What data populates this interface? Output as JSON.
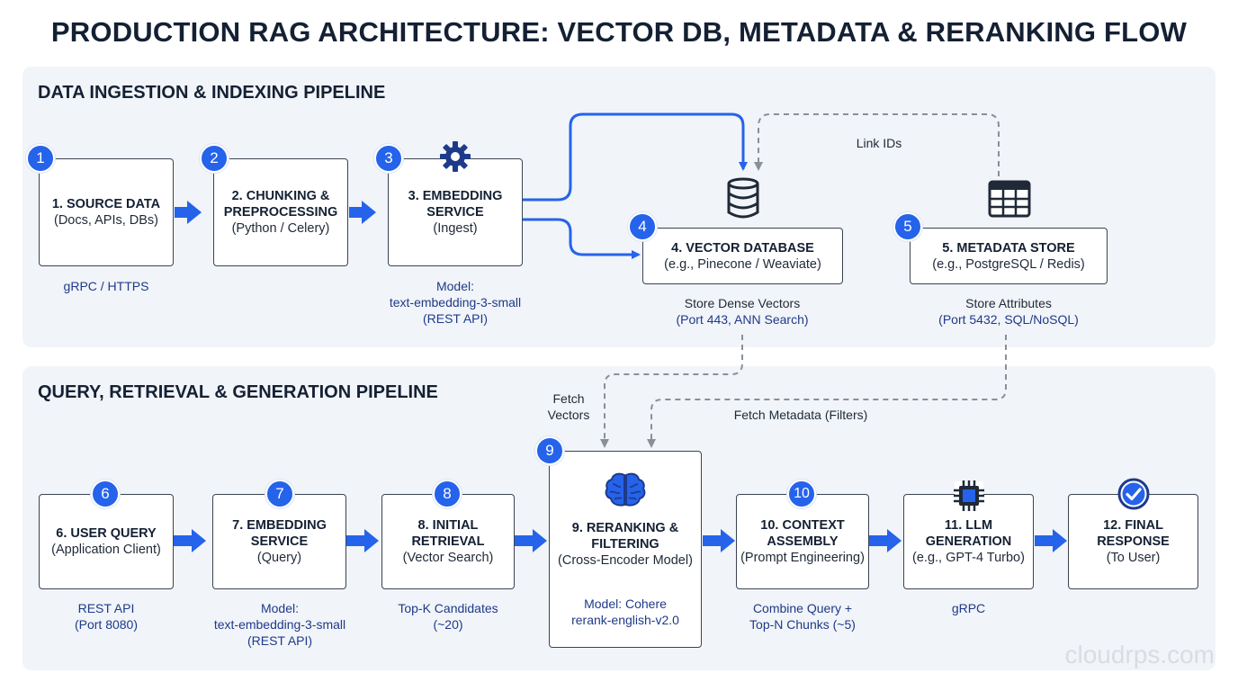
{
  "title": "PRODUCTION RAG ARCHITECTURE: VECTOR DB, METADATA & RERANKING FLOW",
  "ingestion": {
    "heading": "DATA INGESTION & INDEXING PIPELINE",
    "steps": [
      {
        "num": "1",
        "title": "1. SOURCE DATA",
        "sub": "(Docs, APIs, DBs)",
        "note": [
          "gRPC / HTTPS"
        ]
      },
      {
        "num": "2",
        "title_lines": [
          "2. CHUNKING &",
          "PREPROCESSING"
        ],
        "sub": "(Python / Celery)"
      },
      {
        "num": "3",
        "title_lines": [
          "3. EMBEDDING",
          "SERVICE"
        ],
        "sub": "(Ingest)",
        "icon": "gear-icon",
        "note": [
          "Model:",
          "text-embedding-3-small",
          "(REST API)"
        ]
      },
      {
        "num": "4",
        "title": "4. VECTOR DATABASE",
        "sub": "(e.g., Pinecone / Weaviate)",
        "icon": "database-icon",
        "note": [
          "Store Dense Vectors",
          "(Port 443, ANN Search)"
        ]
      },
      {
        "num": "5",
        "title": "5. METADATA STORE",
        "sub": "(e.g., PostgreSQL / Redis)",
        "icon": "table-icon",
        "note": [
          "Store Attributes",
          "(Port 5432, SQL/NoSQL)"
        ]
      }
    ],
    "link_label": "Link IDs"
  },
  "query": {
    "heading": "QUERY, RETRIEVAL & GENERATION PIPELINE",
    "fetch_vectors": [
      "Fetch",
      "Vectors"
    ],
    "fetch_metadata": "Fetch Metadata (Filters)",
    "steps": [
      {
        "num": "6",
        "title_lines": [
          "6. USER QUERY"
        ],
        "sub": "(Application Client)",
        "note": [
          "REST API",
          "(Port 8080)"
        ]
      },
      {
        "num": "7",
        "title_lines": [
          "7. EMBEDDING",
          "SERVICE"
        ],
        "sub": "(Query)",
        "note": [
          "Model:",
          "text-embedding-3-small",
          "(REST API)"
        ]
      },
      {
        "num": "8",
        "title_lines": [
          "8. INITIAL",
          "RETRIEVAL"
        ],
        "sub": "(Vector Search)",
        "note": [
          "Top-K Candidates",
          "(~20)"
        ]
      },
      {
        "num": "9",
        "title_lines": [
          "9. RERANKING &",
          "FILTERING"
        ],
        "sub": "(Cross-Encoder Model)",
        "icon": "brain-icon",
        "note": [
          "Model: Cohere",
          "rerank-english-v2.0"
        ]
      },
      {
        "num": "10",
        "title_lines": [
          "10. CONTEXT",
          "ASSEMBLY"
        ],
        "sub": "(Prompt Engineering)",
        "note": [
          "Combine Query +",
          "Top-N Chunks (~5)"
        ]
      },
      {
        "num": "11",
        "title_lines": [
          "11. LLM",
          "GENERATION"
        ],
        "sub": "(e.g., GPT-4 Turbo)",
        "icon": "chip-icon",
        "note": [
          "gRPC"
        ]
      },
      {
        "num": "12",
        "title_lines": [
          "12. FINAL",
          "RESPONSE"
        ],
        "sub": "(To User)",
        "icon": "check-circle-icon"
      }
    ]
  },
  "watermark": "cloudrps.com",
  "colors": {
    "accent": "#2563eb",
    "panel": "#f1f4f8",
    "title": "#142033",
    "dashed": "#8a8f98"
  }
}
